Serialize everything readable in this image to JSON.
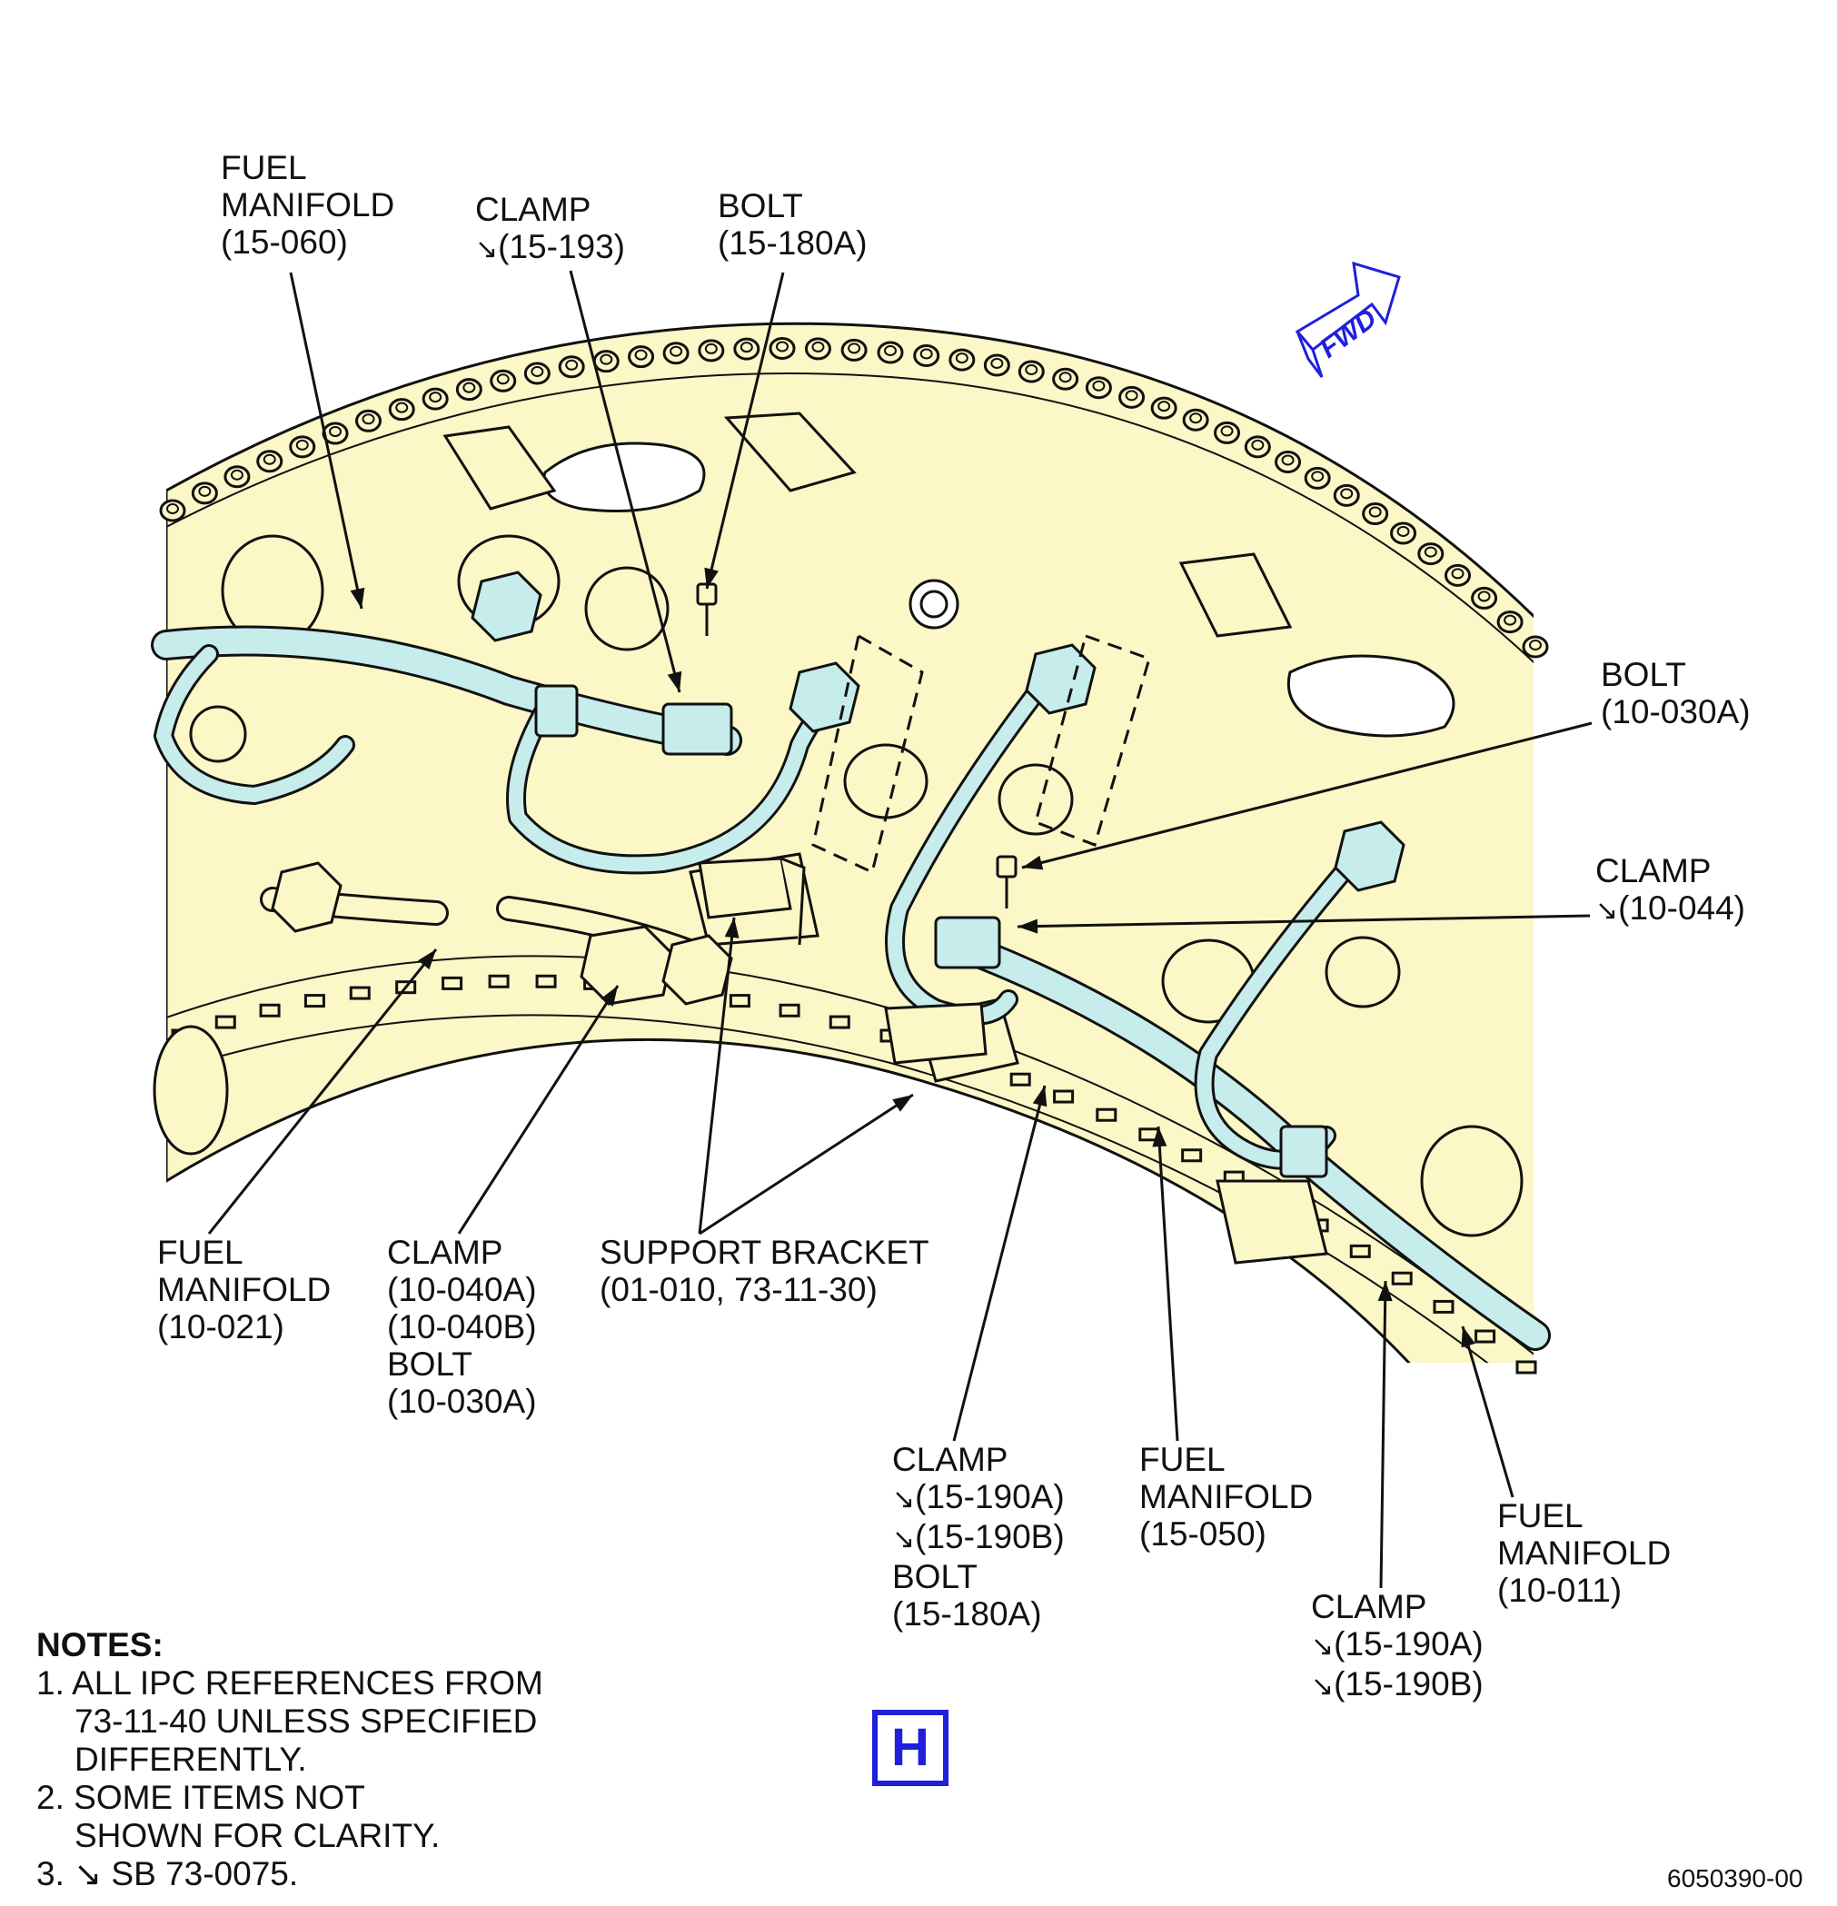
{
  "labels": {
    "fuel_manifold_15_060": [
      "FUEL",
      "MANIFOLD",
      "(15-060)"
    ],
    "clamp_15_193": [
      "CLAMP",
      "(15-193)"
    ],
    "bolt_15_180a_top": [
      "BOLT",
      "(15-180A)"
    ],
    "bolt_10_030a_right": [
      "BOLT",
      "(10-030A)"
    ],
    "clamp_10_044": [
      "CLAMP",
      "(10-044)"
    ],
    "fuel_manifold_10_021": [
      "FUEL",
      "MANIFOLD",
      "(10-021)"
    ],
    "clamp_10_040": [
      "CLAMP",
      "(10-040A)",
      "(10-040B)",
      "BOLT",
      "(10-030A)"
    ],
    "support_bracket": [
      "SUPPORT BRACKET",
      "(01-010, 73-11-30)"
    ],
    "clamp_15_190_left": [
      "CLAMP",
      "(15-190A)",
      "(15-190B)",
      "BOLT",
      "(15-180A)"
    ],
    "fuel_manifold_15_050": [
      "FUEL",
      "MANIFOLD",
      "(15-050)"
    ],
    "fuel_manifold_10_011": [
      "FUEL",
      "MANIFOLD",
      "(10-011)"
    ],
    "clamp_15_190_right": [
      "CLAMP",
      "(15-190A)",
      "(15-190B)"
    ]
  },
  "fwd_label": "FWD",
  "view_letter": "H",
  "notes": {
    "title": "NOTES:",
    "item1": [
      "1. ALL IPC REFERENCES FROM",
      "73-11-40 UNLESS SPECIFIED",
      "DIFFERENTLY."
    ],
    "item2": [
      "2. SOME ITEMS NOT",
      "SHOWN FOR CLARITY."
    ],
    "item3": "3. ↘ SB 73-0075."
  },
  "drawing_number": "6050390-00",
  "colors": {
    "body_fill": "#fbf7c6",
    "tube_fill": "#c6ecec",
    "line": "#111111",
    "accent_blue": "#1f1fdc"
  }
}
